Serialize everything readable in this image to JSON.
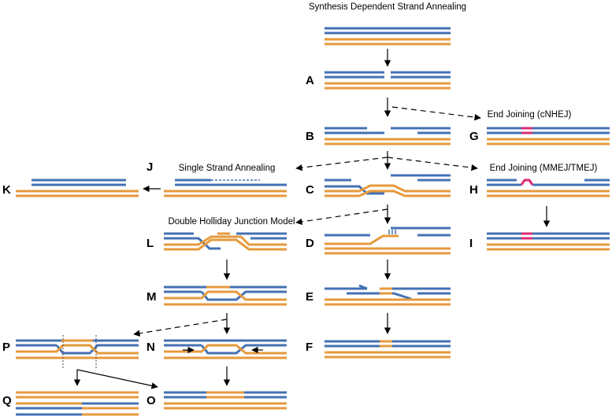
{
  "colors": {
    "blue": "#4472b3",
    "orange": "#e69a3c",
    "magenta": "#de2b72",
    "arrow": "#000000"
  },
  "titles": {
    "sdsa": "Synthesis Dependent Strand Annealing",
    "cnhej": "End Joining (cNHEJ)",
    "ssa": "Single Strand Annealing",
    "mmej": "End Joining (MMEJ/TMEJ)",
    "dhj": "Double Holliday Junction Model"
  },
  "step_labels": {
    "A": "A",
    "B": "B",
    "C": "C",
    "D": "D",
    "E": "E",
    "F": "F",
    "G": "G",
    "H": "H",
    "I": "I",
    "J": "J",
    "K": "K",
    "L": "L",
    "M": "M",
    "N": "N",
    "O": "O",
    "P": "P",
    "Q": "Q"
  }
}
